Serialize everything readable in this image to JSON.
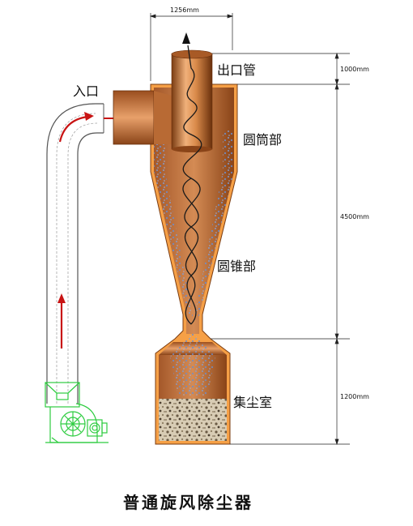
{
  "labels": {
    "inlet": "入口",
    "outlet_pipe": "出口管",
    "cylinder_section": "圆筒部",
    "cone_section": "圆锥部",
    "dust_chamber": "集尘室"
  },
  "dimensions": {
    "outlet_width": "1256mm",
    "outlet_height": "1000mm",
    "body_height": "4500mm",
    "chamber_height": "1200mm"
  },
  "caption": "普通旋风除尘器",
  "colors": {
    "copper_light": "#f0b07a",
    "copper_mid": "#c97a3e",
    "copper_dark": "#7a3c12",
    "liner": "#f6a046",
    "dust": "#7f9fd8",
    "fan": "#2ecc40",
    "arrow": "#c81414",
    "gravel": "#b4a48a"
  },
  "icons": {
    "fan": "centrifugal-fan-icon",
    "flow_arrow": "red-arrow-icon",
    "outlet_arrow": "black-arrow-icon"
  }
}
